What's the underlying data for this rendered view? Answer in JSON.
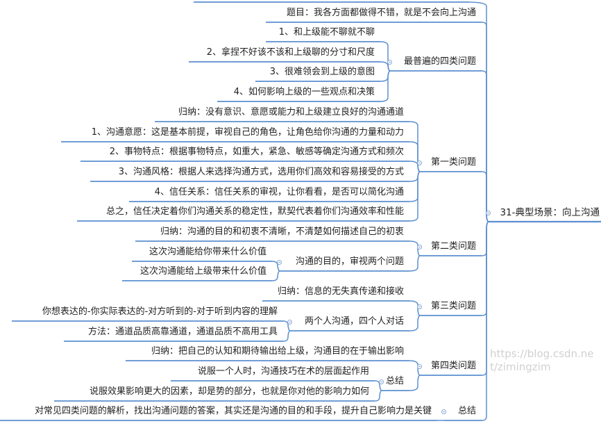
{
  "colors": {
    "line": "#5b8fd0",
    "text": "#222222",
    "toggle": "#8aa9d4"
  },
  "root": {
    "id": "root",
    "text": "31-典型场景：向上沟通"
  },
  "nodes": [
    {
      "id": "top",
      "parent": "root",
      "text": ""
    },
    {
      "id": "title",
      "parent": "root",
      "text": "题目：我各方面都做得不错，就是不会向上沟通"
    },
    {
      "id": "common",
      "parent": "root",
      "text": "最普遍的四类问题"
    },
    {
      "id": "c1",
      "parent": "common",
      "text": "1、和上级能不聊就不聊"
    },
    {
      "id": "c2",
      "parent": "common",
      "text": "2、拿捏不好该不该和上级聊的分寸和尺度"
    },
    {
      "id": "c3",
      "parent": "common",
      "text": "3、很难领会到上级的意图"
    },
    {
      "id": "c4",
      "parent": "common",
      "text": "4、如何影响上级的一些观点和决策"
    },
    {
      "id": "t1",
      "parent": "root",
      "text": "第一类问题"
    },
    {
      "id": "t1a",
      "parent": "t1",
      "text": "归纳：没有意识、意愿或能力和上级建立良好的沟通通道"
    },
    {
      "id": "t1b",
      "parent": "t1",
      "text": "1、沟通意愿：这是基本前提，审视自己的角色，让角色给你沟通的力量和动力"
    },
    {
      "id": "t1c",
      "parent": "t1",
      "text": "2、事物特点：根据事物特点，如重大，紧急、敏感等确定沟通方式和频次"
    },
    {
      "id": "t1d",
      "parent": "t1",
      "text": "3、沟通风格：根据人来选择沟通方式，选用你们高效和容易接受的方式"
    },
    {
      "id": "t1e",
      "parent": "t1",
      "text": "4、信任关系：信任关系的审视，让你看看，是否可以简化沟通"
    },
    {
      "id": "t1f",
      "parent": "t1",
      "text": "总之，信任决定着你们沟通关系的稳定性，默契代表着你们沟通效率和性能"
    },
    {
      "id": "t2",
      "parent": "root",
      "text": "第二类问题"
    },
    {
      "id": "t2a",
      "parent": "t2",
      "text": "归纳：沟通的目的和初衷不清晰，不清楚如何描述自己的初衷"
    },
    {
      "id": "t2b",
      "parent": "t2",
      "text": "沟通的目的，审视两个问题"
    },
    {
      "id": "t2b1",
      "parent": "t2b",
      "text": "这次沟通能给你带来什么价值"
    },
    {
      "id": "t2b2",
      "parent": "t2b",
      "text": "这次沟通能给上级带来什么价值"
    },
    {
      "id": "t3",
      "parent": "root",
      "text": "第三类问题"
    },
    {
      "id": "t3a",
      "parent": "t3",
      "text": "归纳：信息的无失真传递和接收"
    },
    {
      "id": "t3b",
      "parent": "t3",
      "text": "两个人沟通，四个人对话"
    },
    {
      "id": "t3b1",
      "parent": "t3b",
      "text": "你想表达的-你实际表达的-对方听到的-对于听到内容的理解"
    },
    {
      "id": "t3b2",
      "parent": "t3b",
      "text": "方法：通道品质高靠通道，通道品质不高用工具"
    },
    {
      "id": "t4",
      "parent": "root",
      "text": "第四类问题"
    },
    {
      "id": "t4a",
      "parent": "t4",
      "text": "归纳：把自己的认知和期待输出给上级，沟通目的在于输出影响"
    },
    {
      "id": "t4b",
      "parent": "t4",
      "text": "总结"
    },
    {
      "id": "t4b1",
      "parent": "t4b",
      "text": "说服一个人时，沟通技巧在术的层面起作用"
    },
    {
      "id": "t4b2",
      "parent": "t4b",
      "text": "说服效果影响更大的因素，却是势的部分，也就是你对他的影响力如何"
    },
    {
      "id": "sum",
      "parent": "root",
      "text": "总结"
    },
    {
      "id": "sum1",
      "parent": "sum",
      "text": "对常见四类问题的解析，找出沟通问题的答案，其实还是沟通的目的和手段，提升自己影响力是关键"
    }
  ],
  "watermark": "https://blog.csdn.net/zimingzim"
}
